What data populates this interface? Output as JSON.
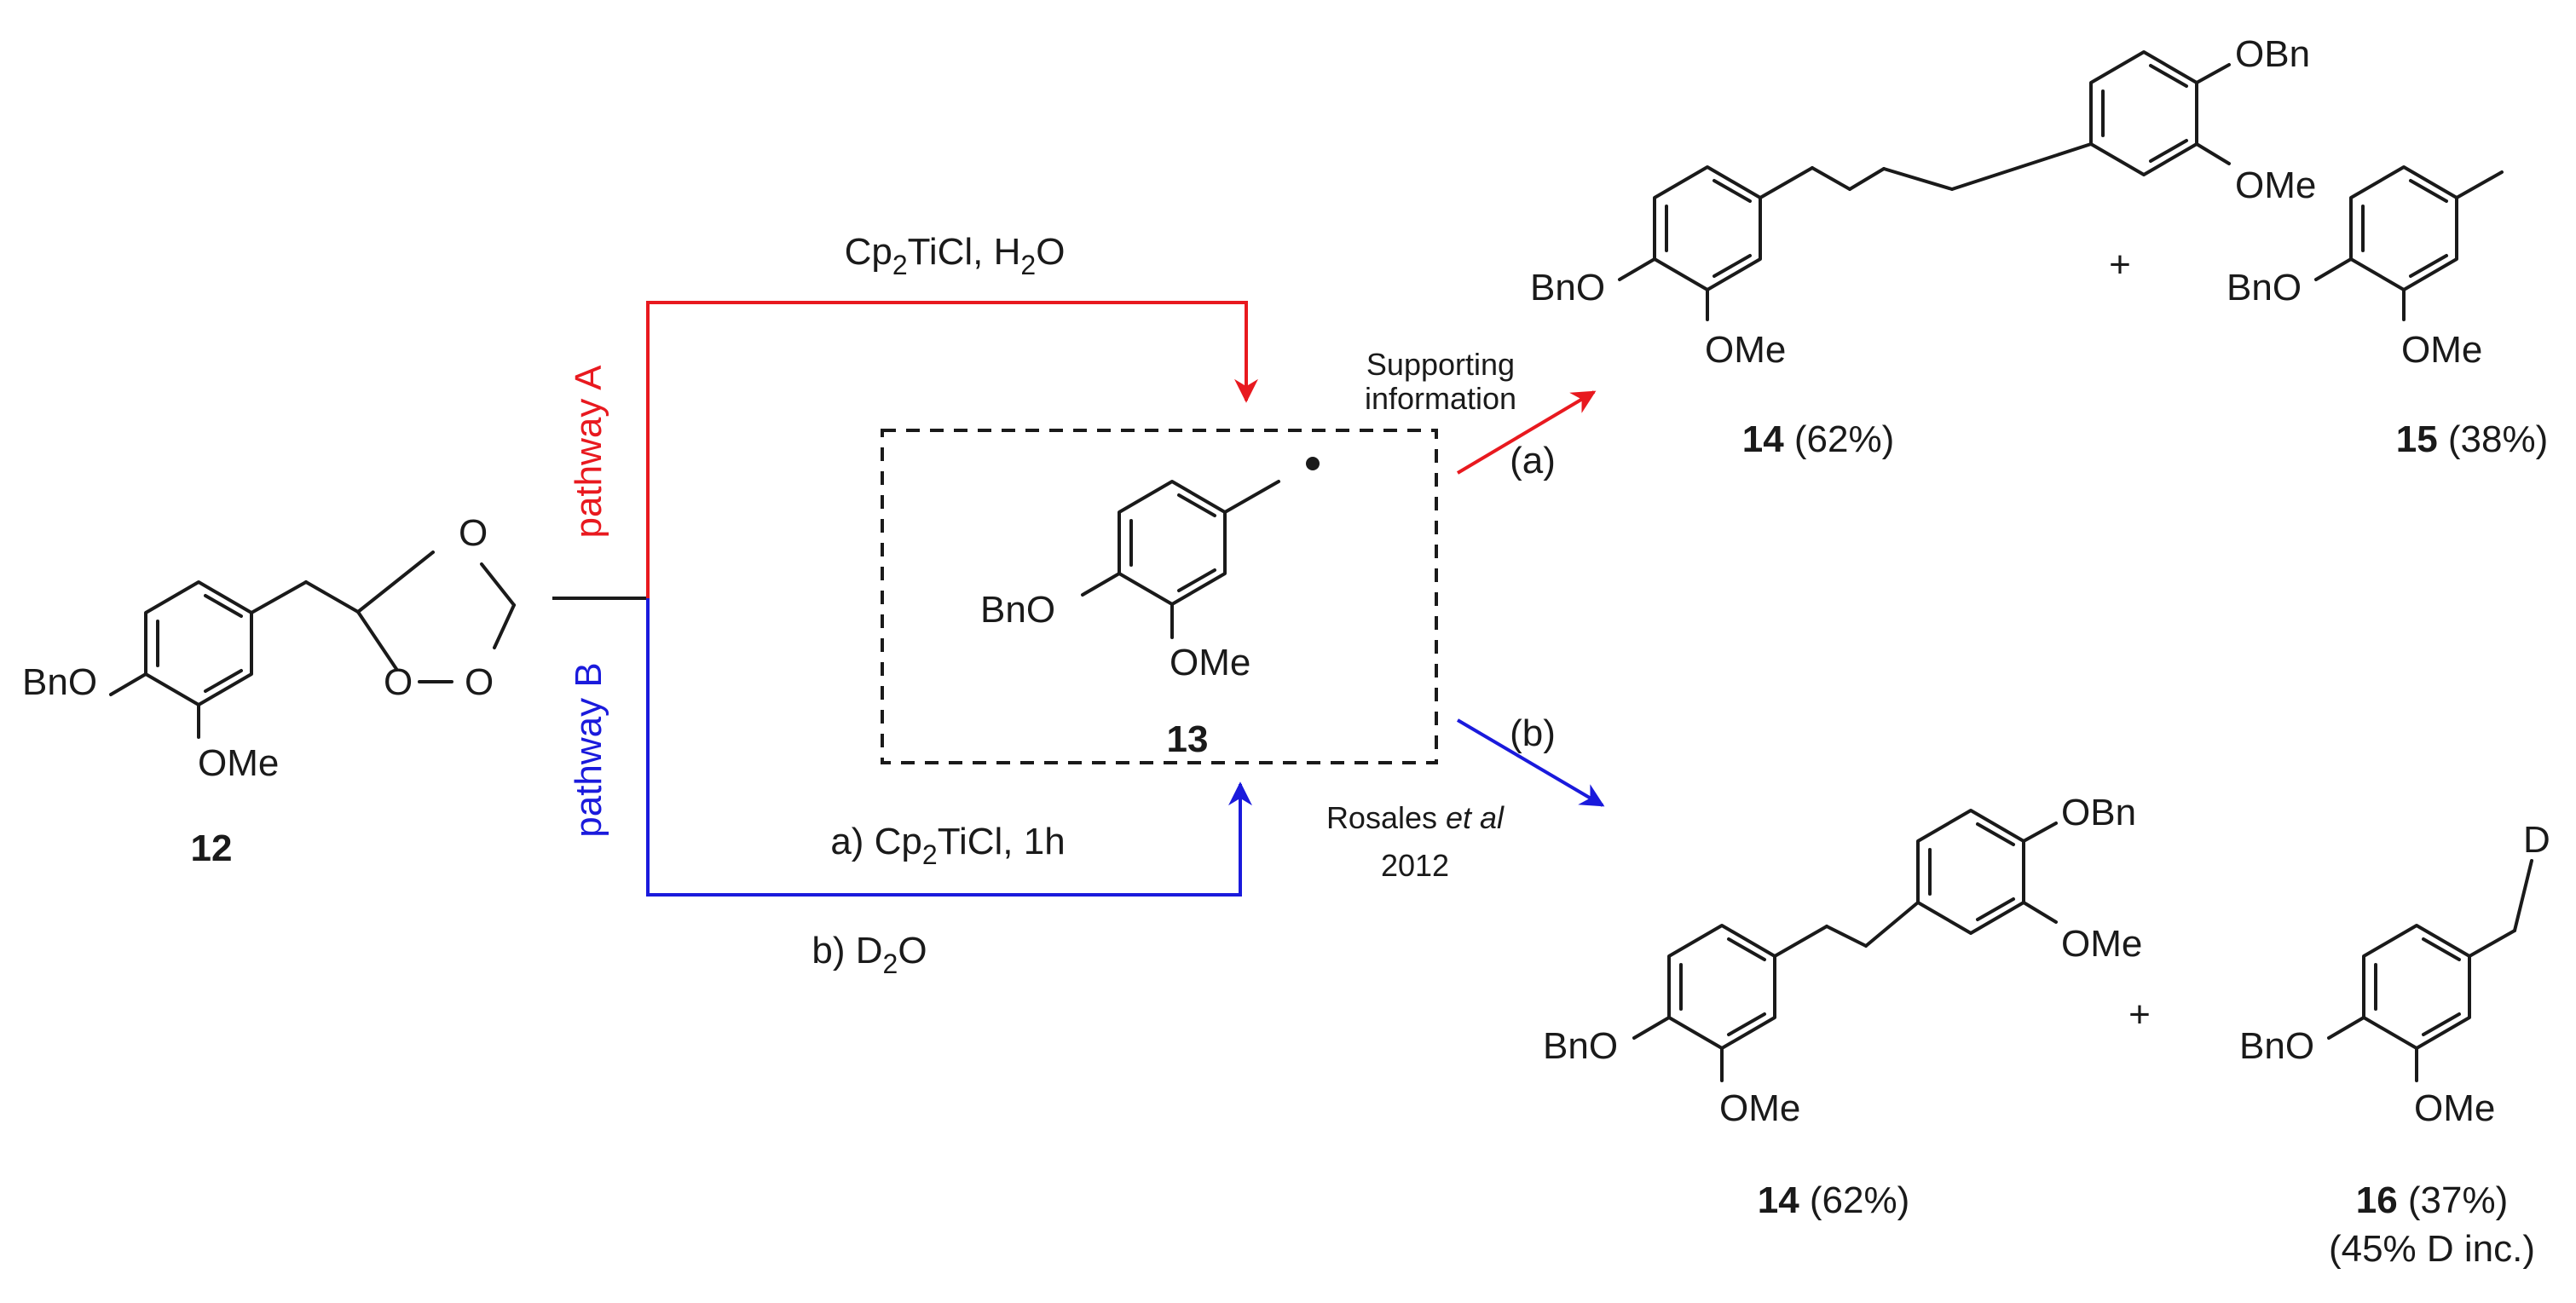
{
  "colors": {
    "pathway_a": "#e8191f",
    "pathway_b": "#1a1adc",
    "ink": "#1a1a1a"
  },
  "substituents": {
    "bno": "BnO",
    "ome": "OMe",
    "obn": "OBn",
    "o": "O",
    "d": "D"
  },
  "compound_12": {
    "id": "12"
  },
  "intermediate_13": {
    "id": "13"
  },
  "pathway_a": {
    "label": "pathway A",
    "reagent_main": "Cp",
    "reagent_sub": "2",
    "reagent_mid": "TiCl, H",
    "reagent_sub2": "2",
    "reagent_end": "O"
  },
  "pathway_b": {
    "label": "pathway B",
    "step_a_main": "a) Cp",
    "step_a_sub": "2",
    "step_a_end": "TiCl, 1h",
    "step_b_main": "b) D",
    "step_b_sub": "2",
    "step_b_end": "O"
  },
  "route_a": {
    "note_line1": "Supporting",
    "note_line2": "information",
    "tag": "(a)"
  },
  "route_b": {
    "tag": "(b)",
    "ref_name": "Rosales ",
    "ref_etal": "et al",
    "ref_year": "2012"
  },
  "products_a": {
    "p1_id": "14",
    "p1_yield": " (62%)",
    "plus": "+",
    "p2_id": "15",
    "p2_yield": " (38%)"
  },
  "products_b": {
    "p1_id": "14",
    "p1_yield": " (62%)",
    "plus": "+",
    "p2_id": "16",
    "p2_yield": " (37%)",
    "p2_note": "(45% D inc.)"
  }
}
